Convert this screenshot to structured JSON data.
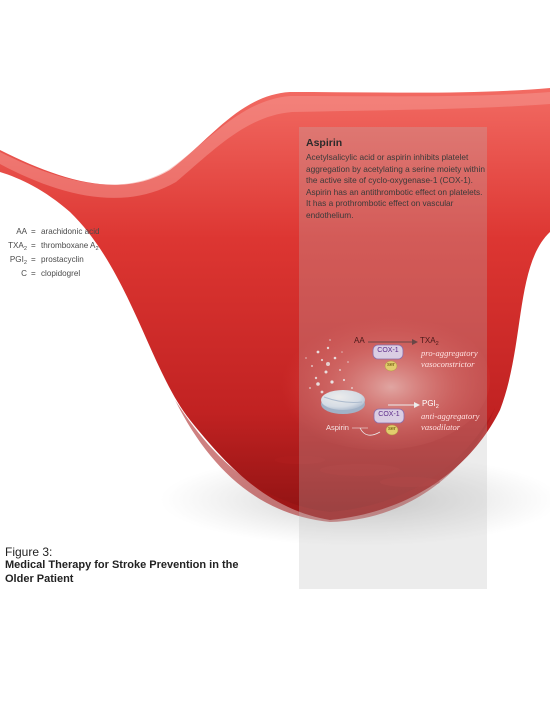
{
  "panel": {
    "title": "Aspirin",
    "body": "Acetylsalicylic acid or aspirin inhibits platelet aggregation by acetylating a serine moiety within the active site of cyclo-oxygenase-1 (COX-1). Aspirin has an antithrombotic effect on platelets. It has a prothrombotic effect on vascular endothelium."
  },
  "legend": [
    {
      "abbr": "AA",
      "abbr_sub": "",
      "definition": "arachidonic acid",
      "definition_sub": ""
    },
    {
      "abbr": "TXA",
      "abbr_sub": "2",
      "definition": "thromboxane A",
      "definition_sub": "2"
    },
    {
      "abbr": "PGI",
      "abbr_sub": "2",
      "definition": "prostacyclin",
      "definition_sub": ""
    },
    {
      "abbr": "C",
      "abbr_sub": "",
      "definition": "clopidogrel",
      "definition_sub": ""
    }
  ],
  "legend_separator": "=",
  "figure": {
    "label": "Figure 3:",
    "title": "Medical Therapy for Stroke Prevention in the Older Patient"
  },
  "pathway_top": {
    "substrate": "AA",
    "enzyme": "COX-1",
    "site": "ser",
    "product": "TXA",
    "product_sub": "2",
    "note": "pro-aggregatory vasoconstrictor"
  },
  "pathway_bottom": {
    "enzyme": "COX-1",
    "site": "ser",
    "product": "PGI",
    "product_sub": "2",
    "note": "anti-aggregatory vasodilator"
  },
  "pill_label": "Aspirin",
  "colors": {
    "vessel_red": "#d8322f",
    "vessel_dark": "#9e1515",
    "cox_purple": "#e6d4f3",
    "serine_yellow": "#f1d34f",
    "panel_gray": "#bdbdbd"
  }
}
